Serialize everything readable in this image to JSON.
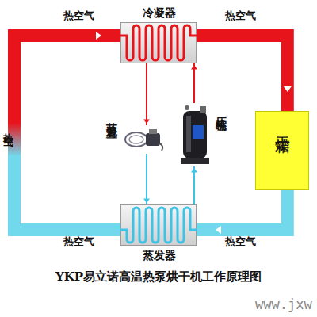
{
  "diagram": {
    "caption": "YKP易立诺高温热泵烘干机工作原理图",
    "nodes": [
      {
        "text": [
          "冷凝器"
        ]
      },
      {
        "text": [
          "干燥箱"
        ]
      },
      {
        "text": [
          "蒸发器"
        ]
      },
      {
        "text": [
          "节流装置"
        ]
      },
      {
        "text": [
          "压缩机"
        ]
      }
    ],
    "edges": [
      {
        "from": 0,
        "to": 1,
        "arrow": "to"
      },
      {
        "from": 1,
        "to": 2,
        "arrow": "to"
      },
      {
        "from": 2,
        "to": 0,
        "arrow": "to"
      },
      {
        "from": 0,
        "to": 3,
        "arrow": "to"
      },
      {
        "from": 3,
        "to": 2,
        "arrow": "to"
      },
      {
        "from": 2,
        "to": 4,
        "arrow": "to"
      },
      {
        "from": 4,
        "to": 0,
        "arrow": "to"
      }
    ],
    "labels": [
      "热空气",
      "热空气",
      "热空气",
      "热空气",
      "热空气",
      "www.jxw"
    ]
  }
}
